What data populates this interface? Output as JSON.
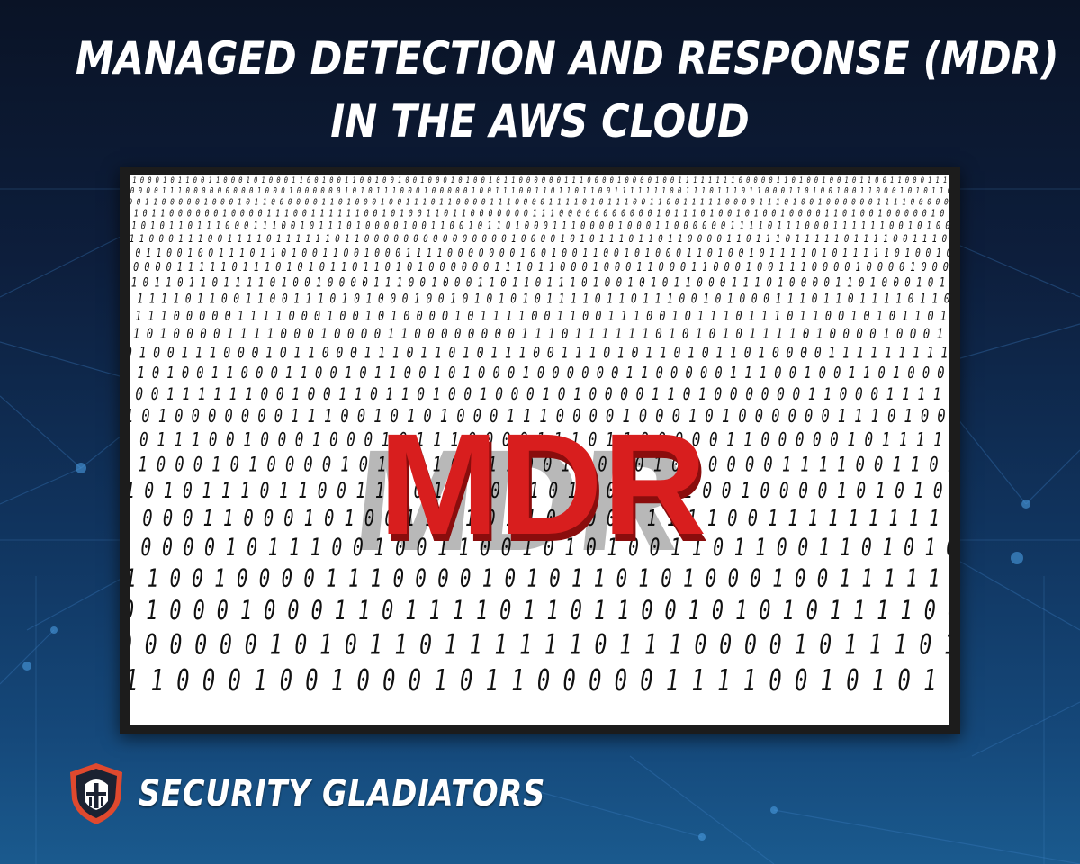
{
  "headline": {
    "line1": "MANAGED DETECTION AND RESPONSE (MDR)",
    "line2": "IN THE AWS CLOUD"
  },
  "photo": {
    "main_text": "MDR",
    "main_text_color": "#d81e1e",
    "background_digits": "01"
  },
  "logo": {
    "icon": "gladiator-helmet-shield-icon",
    "brand_name": "SECURITY GLADIATORS",
    "shield_color": "#e0492e"
  },
  "colors": {
    "background_top": "#0a1326",
    "background_bottom": "#1a5a8e",
    "headline_text": "#ffffff"
  }
}
